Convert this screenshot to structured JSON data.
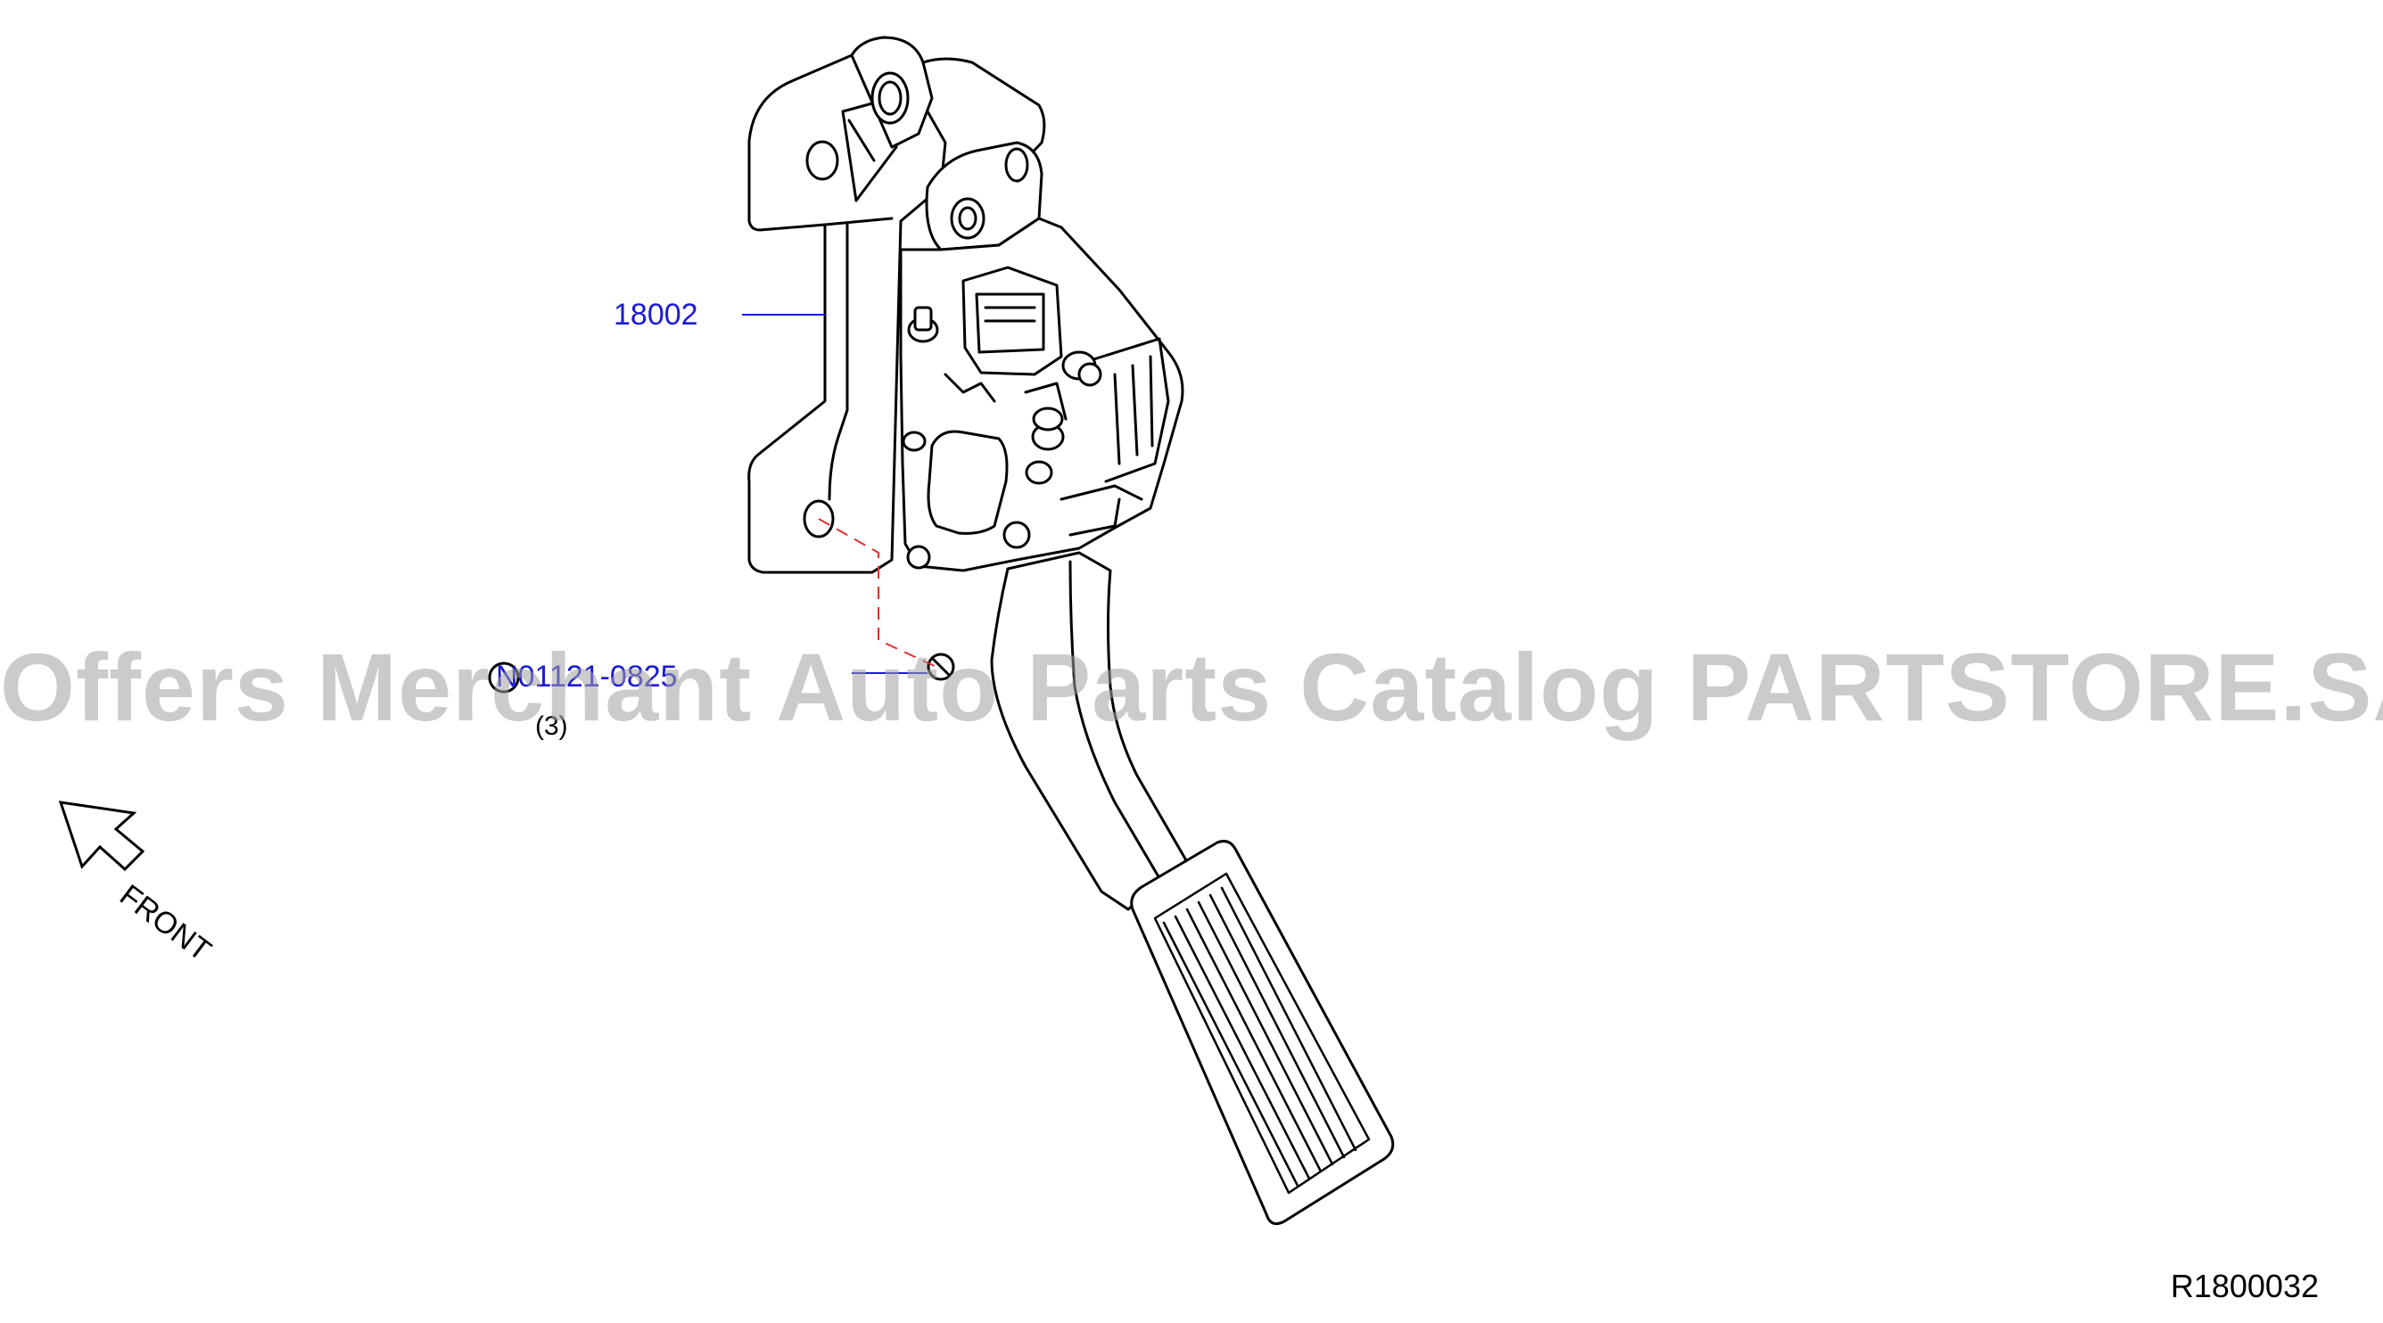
{
  "diagram": {
    "callouts": {
      "part_18002": "18002",
      "part_bolt": "01121-0825",
      "bolt_bullet": "N",
      "bolt_qty": "(3)"
    },
    "front_label": "FRONT",
    "reference_code": "R1800032",
    "watermark": "Offers Merchant Auto Parts Catalog PARTSTORE.SA",
    "colors": {
      "callout_text": "#1a1ad8",
      "dash_line": "#e03030",
      "outline": "#000000",
      "watermark": "#a0a0a0"
    }
  }
}
